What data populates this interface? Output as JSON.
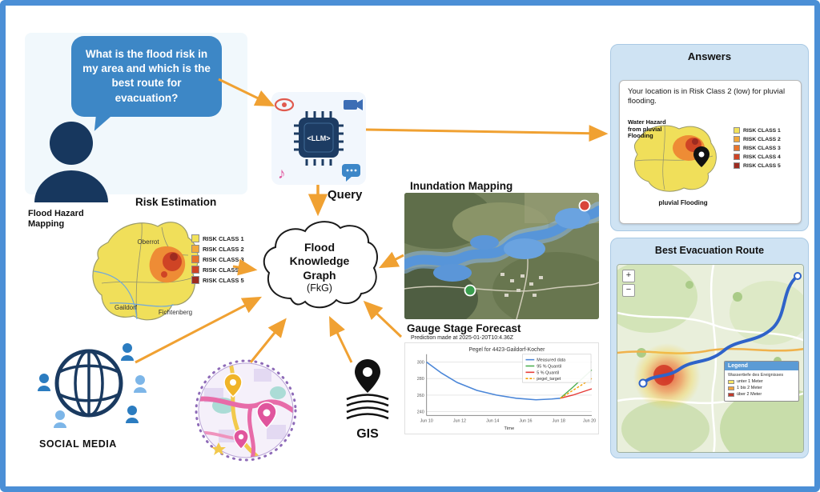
{
  "colors": {
    "arrow": "#f0a132",
    "frame": "#4b8fd6",
    "bubble": "#3d87c6",
    "panel": "#cfe3f3",
    "route": "#2f63c9"
  },
  "bubble": {
    "text": "What is the flood risk in my area and which is the best route for evacuation?"
  },
  "person": {
    "label": "Flood Hazard Mapping"
  },
  "risk": {
    "title": "Risk Estimation",
    "regions": [
      "Oberrot",
      "Gaildorf",
      "Fichtenberg"
    ],
    "legend": [
      {
        "label": "RISK CLASS 1",
        "color": "#f2e25a"
      },
      {
        "label": "RISK CLASS 2",
        "color": "#f2a93b"
      },
      {
        "label": "RISK CLASS 3",
        "color": "#e8742c"
      },
      {
        "label": "RISK CLASS 4",
        "color": "#cf4425"
      },
      {
        "label": "RISK CLASS 5",
        "color": "#9e2b20"
      }
    ]
  },
  "llm": {
    "chip": "<LLM>"
  },
  "query": {
    "label": "Query"
  },
  "cloud": {
    "line1": "Flood",
    "line2": "Knowledge",
    "line3": "Graph",
    "sub": "(FkG)"
  },
  "inundation": {
    "title": "Inundation Mapping"
  },
  "gauge": {
    "title": "Gauge Stage Forecast",
    "prediction": "Prediction made at 2025-01-20T10:4.36Z",
    "chart_title": "Pegel for 4423-Gaildorf-Kocher",
    "xlabel": "Time",
    "xticks": [
      "Jun 10",
      "Jun 12",
      "Jun 14",
      "Jun 16",
      "Jun 18",
      "Jun 20"
    ],
    "yticks": [
      "300",
      "280",
      "260",
      "240"
    ],
    "legend": [
      {
        "label": "Measured data",
        "color": "#4a86d8"
      },
      {
        "label": "95 % Quantil",
        "color": "#4caf50"
      },
      {
        "label": "5 % Quantil",
        "color": "#e53935"
      },
      {
        "label": "pegel_target",
        "color": "#f59f00"
      }
    ]
  },
  "chart_data": {
    "type": "line",
    "title": "Pegel for 4423-Gaildorf-Kocher",
    "xlabel": "Time",
    "ylabel": "",
    "x": [
      "Jun 10",
      "Jun 11",
      "Jun 12",
      "Jun 13",
      "Jun 14",
      "Jun 15",
      "Jun 16",
      "Jun 17",
      "Jun 18",
      "Jun 19",
      "Jun 20"
    ],
    "series": [
      {
        "name": "Measured data",
        "color": "#4a86d8",
        "values": [
          300,
          286,
          276,
          268,
          262,
          257,
          253,
          251,
          252,
          null,
          null
        ]
      },
      {
        "name": "95 % Quantil",
        "color": "#4caf50",
        "values": [
          null,
          null,
          null,
          null,
          null,
          null,
          null,
          null,
          252,
          272,
          296
        ]
      },
      {
        "name": "5 % Quantil",
        "color": "#e53935",
        "values": [
          null,
          null,
          null,
          null,
          null,
          null,
          null,
          null,
          252,
          258,
          266
        ]
      },
      {
        "name": "pegel_target",
        "color": "#f59f00",
        "values": [
          null,
          null,
          null,
          null,
          null,
          null,
          null,
          null,
          252,
          264,
          280
        ]
      }
    ],
    "ylim": [
      230,
      310
    ],
    "grid": true,
    "legend_position": "top-right"
  },
  "social": {
    "label": "SOCIAL MEDIA"
  },
  "gis": {
    "label": "GIS"
  },
  "answers": {
    "title": "Answers",
    "message": "Your location is in Risk Class 2 (low) for pluvial flooding.",
    "map_title": "Water Hazard from pluvial Flooding",
    "caption": "pluvial Flooding",
    "legend": [
      {
        "label": "RISK CLASS 1",
        "color": "#f2e25a"
      },
      {
        "label": "RISK CLASS 2",
        "color": "#f2a93b"
      },
      {
        "label": "RISK CLASS 3",
        "color": "#e8742c"
      },
      {
        "label": "RISK CLASS 4",
        "color": "#cf4425"
      },
      {
        "label": "RISK CLASS 5",
        "color": "#9e2b20"
      }
    ]
  },
  "evacuation": {
    "title": "Best Evacuation Route",
    "legend_title": "Legend",
    "legend_subtitle": "Wassertiefe des Ereignisses",
    "legend_items": [
      {
        "label": "unter 1 Meter",
        "color": "#f7e463"
      },
      {
        "label": "1 bis 2 Meter",
        "color": "#f2a33c"
      },
      {
        "label": "über 2 Meter",
        "color": "#c0392b"
      }
    ],
    "zoom_in": "+",
    "zoom_out": "−"
  }
}
